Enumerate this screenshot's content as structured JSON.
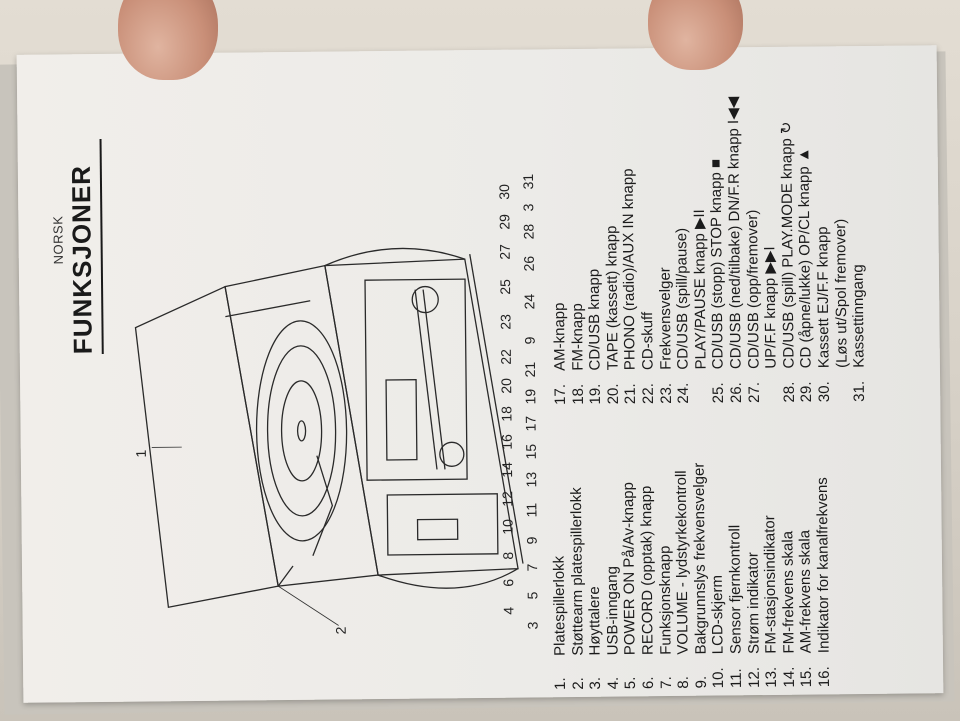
{
  "header": {
    "language": "NORSK",
    "title": "FUNKSJONER"
  },
  "callouts": {
    "lid": "1",
    "support": "2"
  },
  "top_numbers": [
    "3",
    "5",
    "7",
    "9",
    "11",
    "13",
    "15",
    "17",
    "19",
    "21",
    "9",
    "24",
    "26",
    "28",
    "3"
  ],
  "bottom_numbers": [
    "4",
    "6",
    "8",
    "10",
    "12",
    "14",
    "16",
    "18",
    "20",
    "22",
    "23",
    "25",
    "27",
    "29",
    "30"
  ],
  "extra_number": "31",
  "list_left": [
    {
      "num": "1.",
      "label": "Platespillerlokk"
    },
    {
      "num": "2.",
      "label": "Støttearm platespillerlokk"
    },
    {
      "num": "3.",
      "label": "Høyttalere"
    },
    {
      "num": "4.",
      "label": "USB-inngang"
    },
    {
      "num": "5.",
      "label": "POWER ON På/Av-knapp"
    },
    {
      "num": "6.",
      "label": "RECORD (opptak) knapp"
    },
    {
      "num": "7.",
      "label": "Funksjonsknapp"
    },
    {
      "num": "8.",
      "label": "VOLUME - lydstyrkekontroll"
    },
    {
      "num": "9.",
      "label": "Bakgrunnslys frekvensvelger"
    },
    {
      "num": "10.",
      "label": "LCD-skjerm"
    },
    {
      "num": "11.",
      "label": "Sensor fjernkontroll"
    },
    {
      "num": "12.",
      "label": "Strøm indikator"
    },
    {
      "num": "13.",
      "label": "FM-stasjonsindikator"
    },
    {
      "num": "14.",
      "label": "FM-frekvens skala"
    },
    {
      "num": "15.",
      "label": "AM-frekvens skala"
    },
    {
      "num": "16.",
      "label": "Indikator for kanalfrekvens"
    }
  ],
  "list_right": [
    {
      "num": "17.",
      "label": "AM-knapp"
    },
    {
      "num": "18.",
      "label": "FM-knapp"
    },
    {
      "num": "19.",
      "label": "CD/USB knapp"
    },
    {
      "num": "20.",
      "label": "TAPE (kassett) knapp"
    },
    {
      "num": "21.",
      "label": "PHONO (radio)/AUX IN knapp"
    },
    {
      "num": "22.",
      "label": "CD-skuff"
    },
    {
      "num": "23.",
      "label": "Frekvensvelger"
    },
    {
      "num": "24.",
      "label": "CD/USB (spill/pause)"
    },
    {
      "num": "",
      "label": "PLAY/PAUSE knapp ▶II"
    },
    {
      "num": "25.",
      "label": "CD/USB (stopp) STOP knapp ■"
    },
    {
      "num": "26.",
      "label": "CD/USB (ned/tilbake) DN/F.R knapp I◀◀"
    },
    {
      "num": "27.",
      "label": "CD/USB (opp/fremover)"
    },
    {
      "num": "",
      "label": "UP/F.F  knapp ▶▶I"
    },
    {
      "num": "28.",
      "label": "CD/USB (spill) PLAY.MODE knapp ↻"
    },
    {
      "num": "29.",
      "label": "CD (åpne/lukke) OP/CL knapp ▲"
    },
    {
      "num": "30.",
      "label": "Kassett EJ/F.F knapp"
    },
    {
      "num": "",
      "label": "(Løs ut/Spol fremover)"
    },
    {
      "num": "31.",
      "label": "Kassettinngang"
    }
  ]
}
